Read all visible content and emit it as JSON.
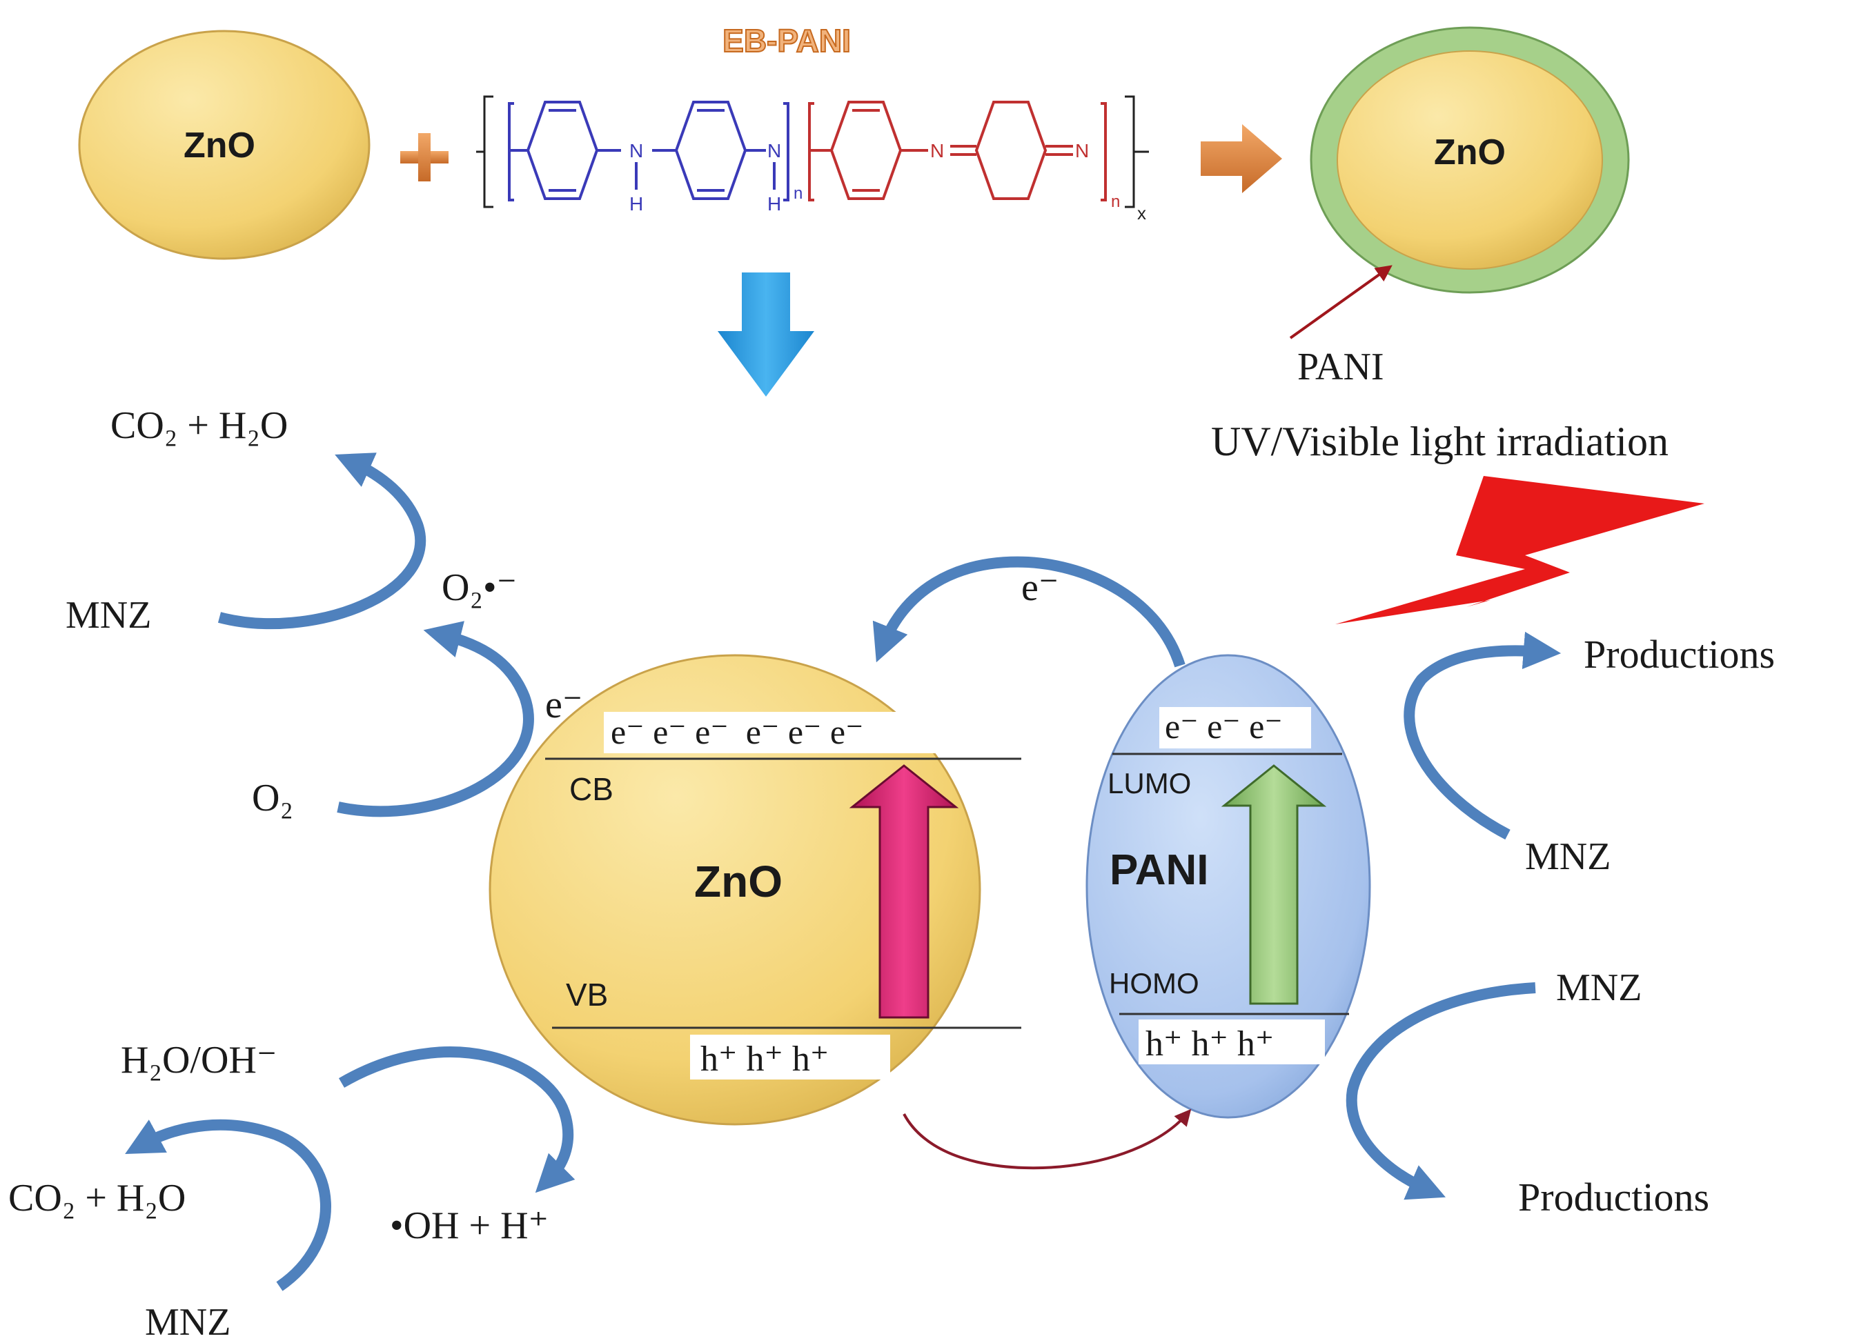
{
  "top": {
    "zno_left_label": "ZnO",
    "title_label": "EB-PANI",
    "polymer": {
      "n1": "N",
      "h1": "H",
      "n2": "N",
      "h2": "H",
      "sub_n1": "n",
      "n3": "N",
      "n4": "N",
      "sub_n2": "n",
      "sub_x": "x"
    },
    "zno_right_label": "ZnO",
    "pani_shell_label": "PANI"
  },
  "irradiation_label": "UV/Visible light irradiation",
  "left": {
    "co2_h2o_top": "CO₂ + H₂O",
    "mnz_top": "MNZ",
    "o2_radical": "O₂•⁻",
    "electron_out": "e⁻",
    "o2": "O₂",
    "h2o_oh": "H₂O/OH⁻",
    "co2_h2o_bottom": "CO₂ + H₂O",
    "oh_h": "•OH + H⁺",
    "mnz_bottom": "MNZ"
  },
  "zno_particle": {
    "label": "ZnO",
    "cb_label": "CB",
    "vb_label": "VB",
    "electrons": "e⁻ e⁻ e⁻  e⁻ e⁻ e⁻",
    "holes": "h⁺ h⁺ h⁺"
  },
  "pani_particle": {
    "label": "PANI",
    "lumo_label": "LUMO",
    "homo_label": "HOMO",
    "electrons": "e⁻ e⁻ e⁻",
    "holes": "h⁺ h⁺ h⁺"
  },
  "transfer_electron": "e⁻",
  "right": {
    "productions_top": "Productions",
    "mnz_top": "MNZ",
    "mnz_bottom": "MNZ",
    "productions_bottom": "Productions"
  },
  "colors": {
    "zno_fill": "#f5d77a",
    "pani_fill": "#a9c3ec",
    "curve_arrow": "#4f81bd",
    "down_arrow": "#2e9be0",
    "lightning": "#e81919",
    "pink_arrow": "#e0307a",
    "green_arrow": "#8cc06f",
    "shell": "#a6d08a",
    "plus_orange": "#d9823b",
    "polymer_blue": "#3a3ab8",
    "polymer_red": "#c03030"
  }
}
